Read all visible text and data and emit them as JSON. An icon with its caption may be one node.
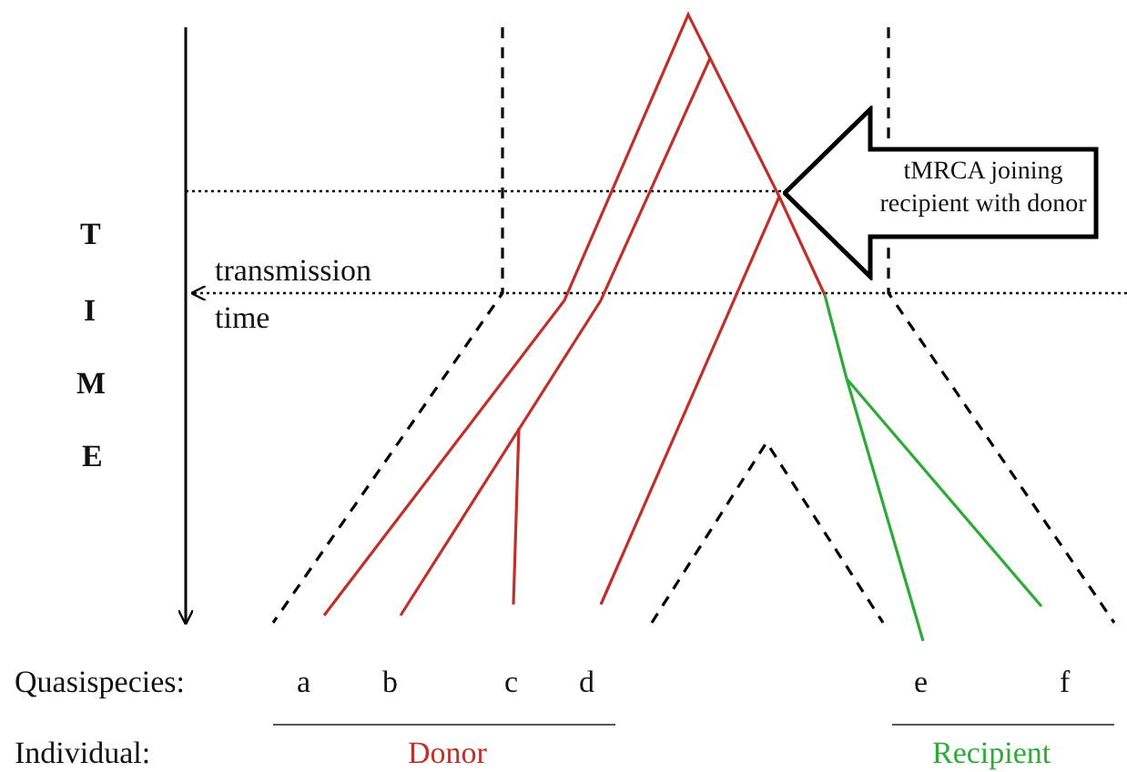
{
  "diagram": {
    "nodes": [
      {
        "text": [
          "tMRCA joining recipient with donor"
        ]
      }
    ],
    "labels": [
      "T",
      "I",
      "M",
      "E",
      "transmission time",
      "Quasispecies:",
      "a",
      "b",
      "c",
      "d",
      "e",
      "f",
      "Individual:",
      "Donor",
      "Recipient"
    ]
  }
}
